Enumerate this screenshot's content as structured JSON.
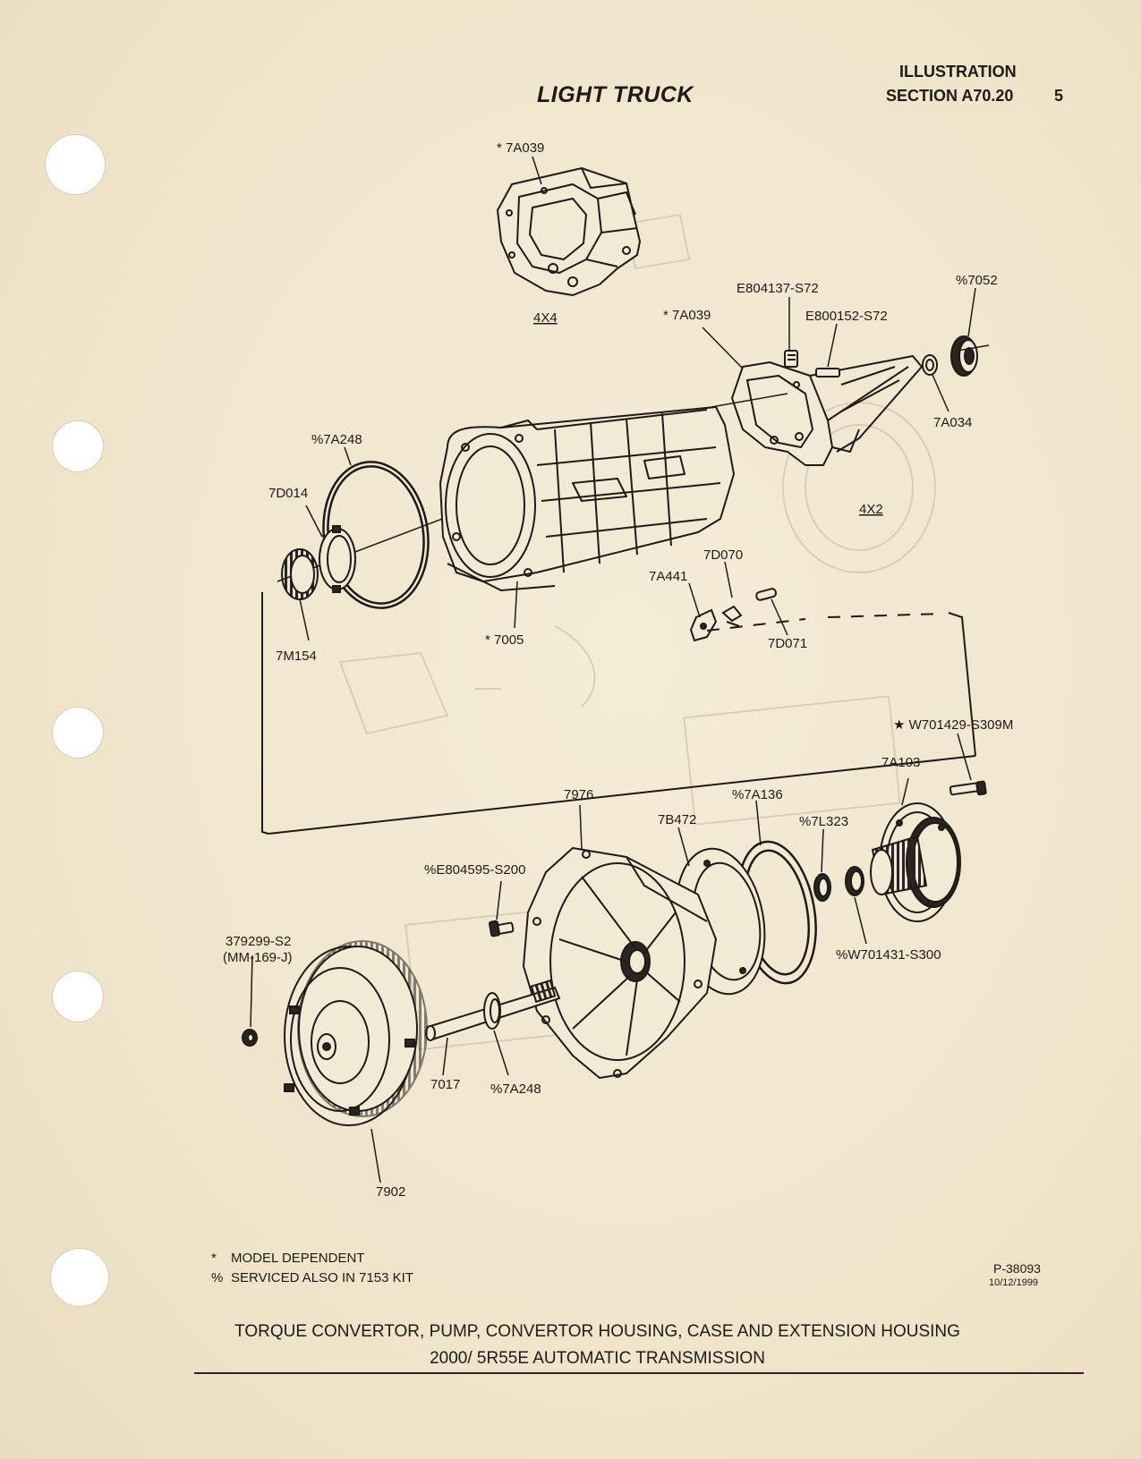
{
  "header": {
    "title": "LIGHT TRUCK",
    "illustration": "ILLUSTRATION",
    "section": "SECTION A70.20",
    "page": "5"
  },
  "labels": {
    "l_7a039_top": "* 7A039",
    "l_4x4": "4X4",
    "l_7a039_mid": "* 7A039",
    "l_e804137": "E804137-S72",
    "l_e800152": "E800152-S72",
    "l_7052": "%7052",
    "l_7a034": "7A034",
    "l_4x2": "4X2",
    "l_7a248_top": "%7A248",
    "l_7d014": "7D014",
    "l_7m154": "7M154",
    "l_7005": "* 7005",
    "l_7a441": "7A441",
    "l_7d070": "7D070",
    "l_7d071": "7D071",
    "l_w701429": "★ W701429-S309M",
    "l_7a103": "7A103",
    "l_7976": "7976",
    "l_7a136": "%7A136",
    "l_7b472": "7B472",
    "l_7l323": "%7L323",
    "l_e804595": "%E804595-S200",
    "l_w701431": "%W701431-S300",
    "l_379299": "379299-S2",
    "l_mm169": "(MM-169-J)",
    "l_7017": "7017",
    "l_7a248_bot": "%7A248",
    "l_7902": "7902"
  },
  "legend": {
    "model_sym": "*",
    "model_text": "MODEL DEPENDENT",
    "kit_sym": "%",
    "kit_text": "SERVICED ALSO IN 7153 KIT"
  },
  "footer": {
    "part_number": "P-38093",
    "date": "10/12/1999",
    "caption_line1": "TORQUE CONVERTOR, PUMP, CONVERTOR HOUSING, CASE AND EXTENSION HOUSING",
    "caption_line2": "2000/ 5R55E AUTOMATIC TRANSMISSION"
  },
  "colors": {
    "paper": "#f1e6cf",
    "ink": "#1e1a16",
    "bleed": "#c9bfae"
  }
}
